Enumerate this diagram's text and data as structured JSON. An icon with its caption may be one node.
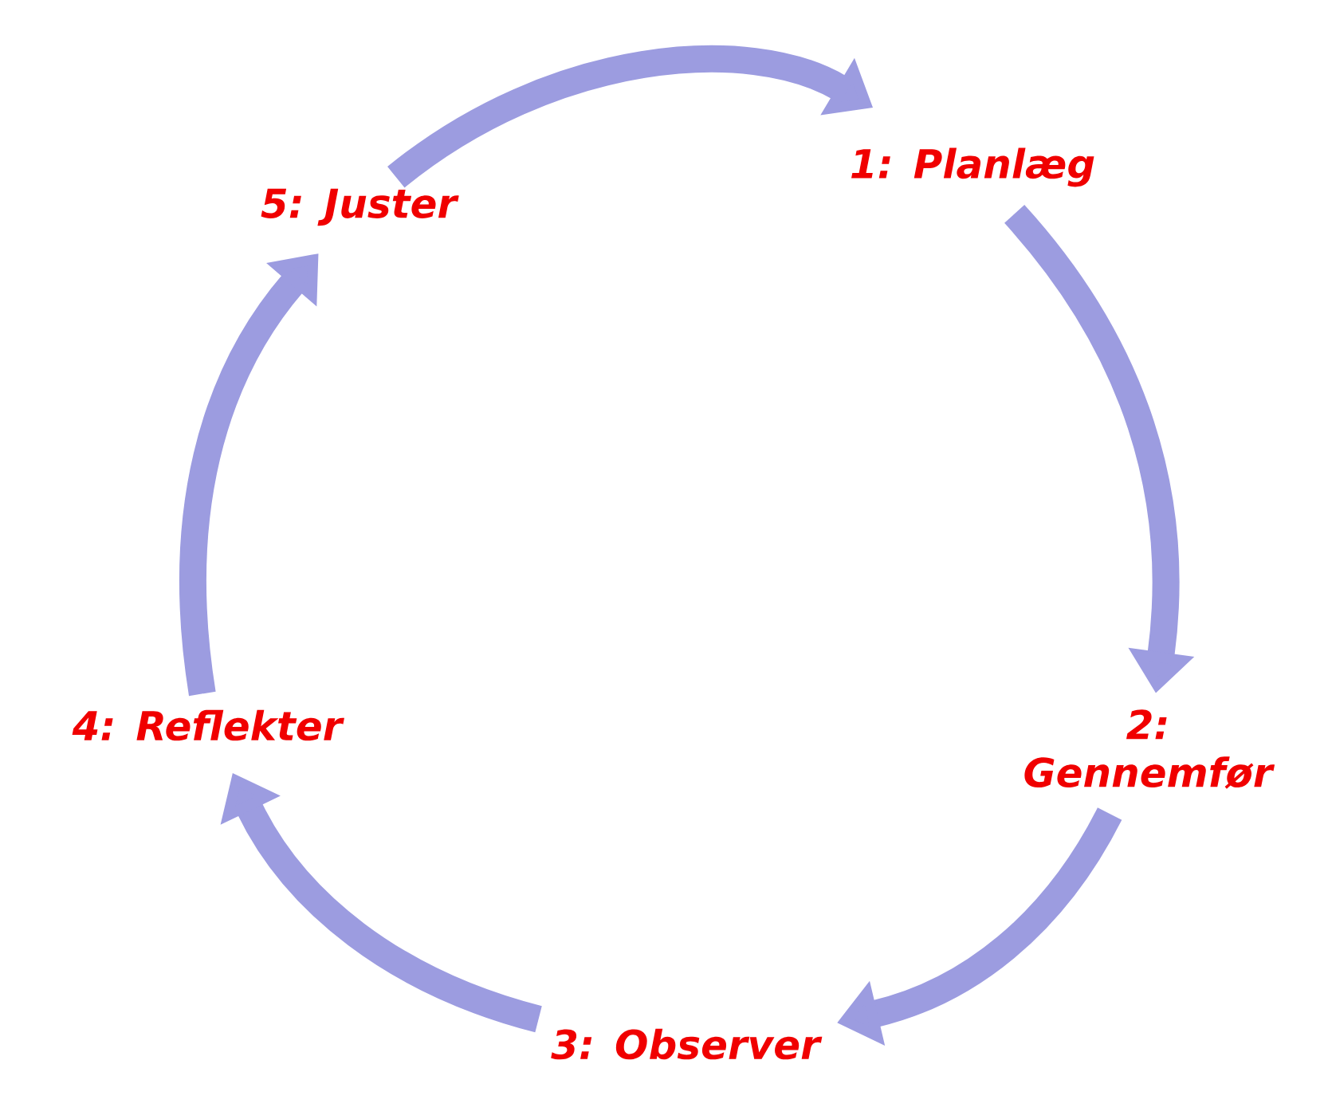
{
  "diagram": {
    "nodes": [
      {
        "text": [
          "1: Planlæg"
        ]
      },
      {
        "text": [
          "2: Gennemfør"
        ]
      },
      {
        "text": [
          "3: Observer"
        ]
      },
      {
        "text": [
          "4: Reflekter"
        ]
      },
      {
        "text": [
          "5: Juster"
        ]
      }
    ],
    "edges": [
      {
        "from": 4,
        "to": 0,
        "arrow": "to"
      },
      {
        "from": 0,
        "to": 1,
        "arrow": "to"
      },
      {
        "from": 1,
        "to": 2,
        "arrow": "to"
      },
      {
        "from": 2,
        "to": 3,
        "arrow": "to"
      },
      {
        "from": 3,
        "to": 4,
        "arrow": "to"
      }
    ]
  }
}
